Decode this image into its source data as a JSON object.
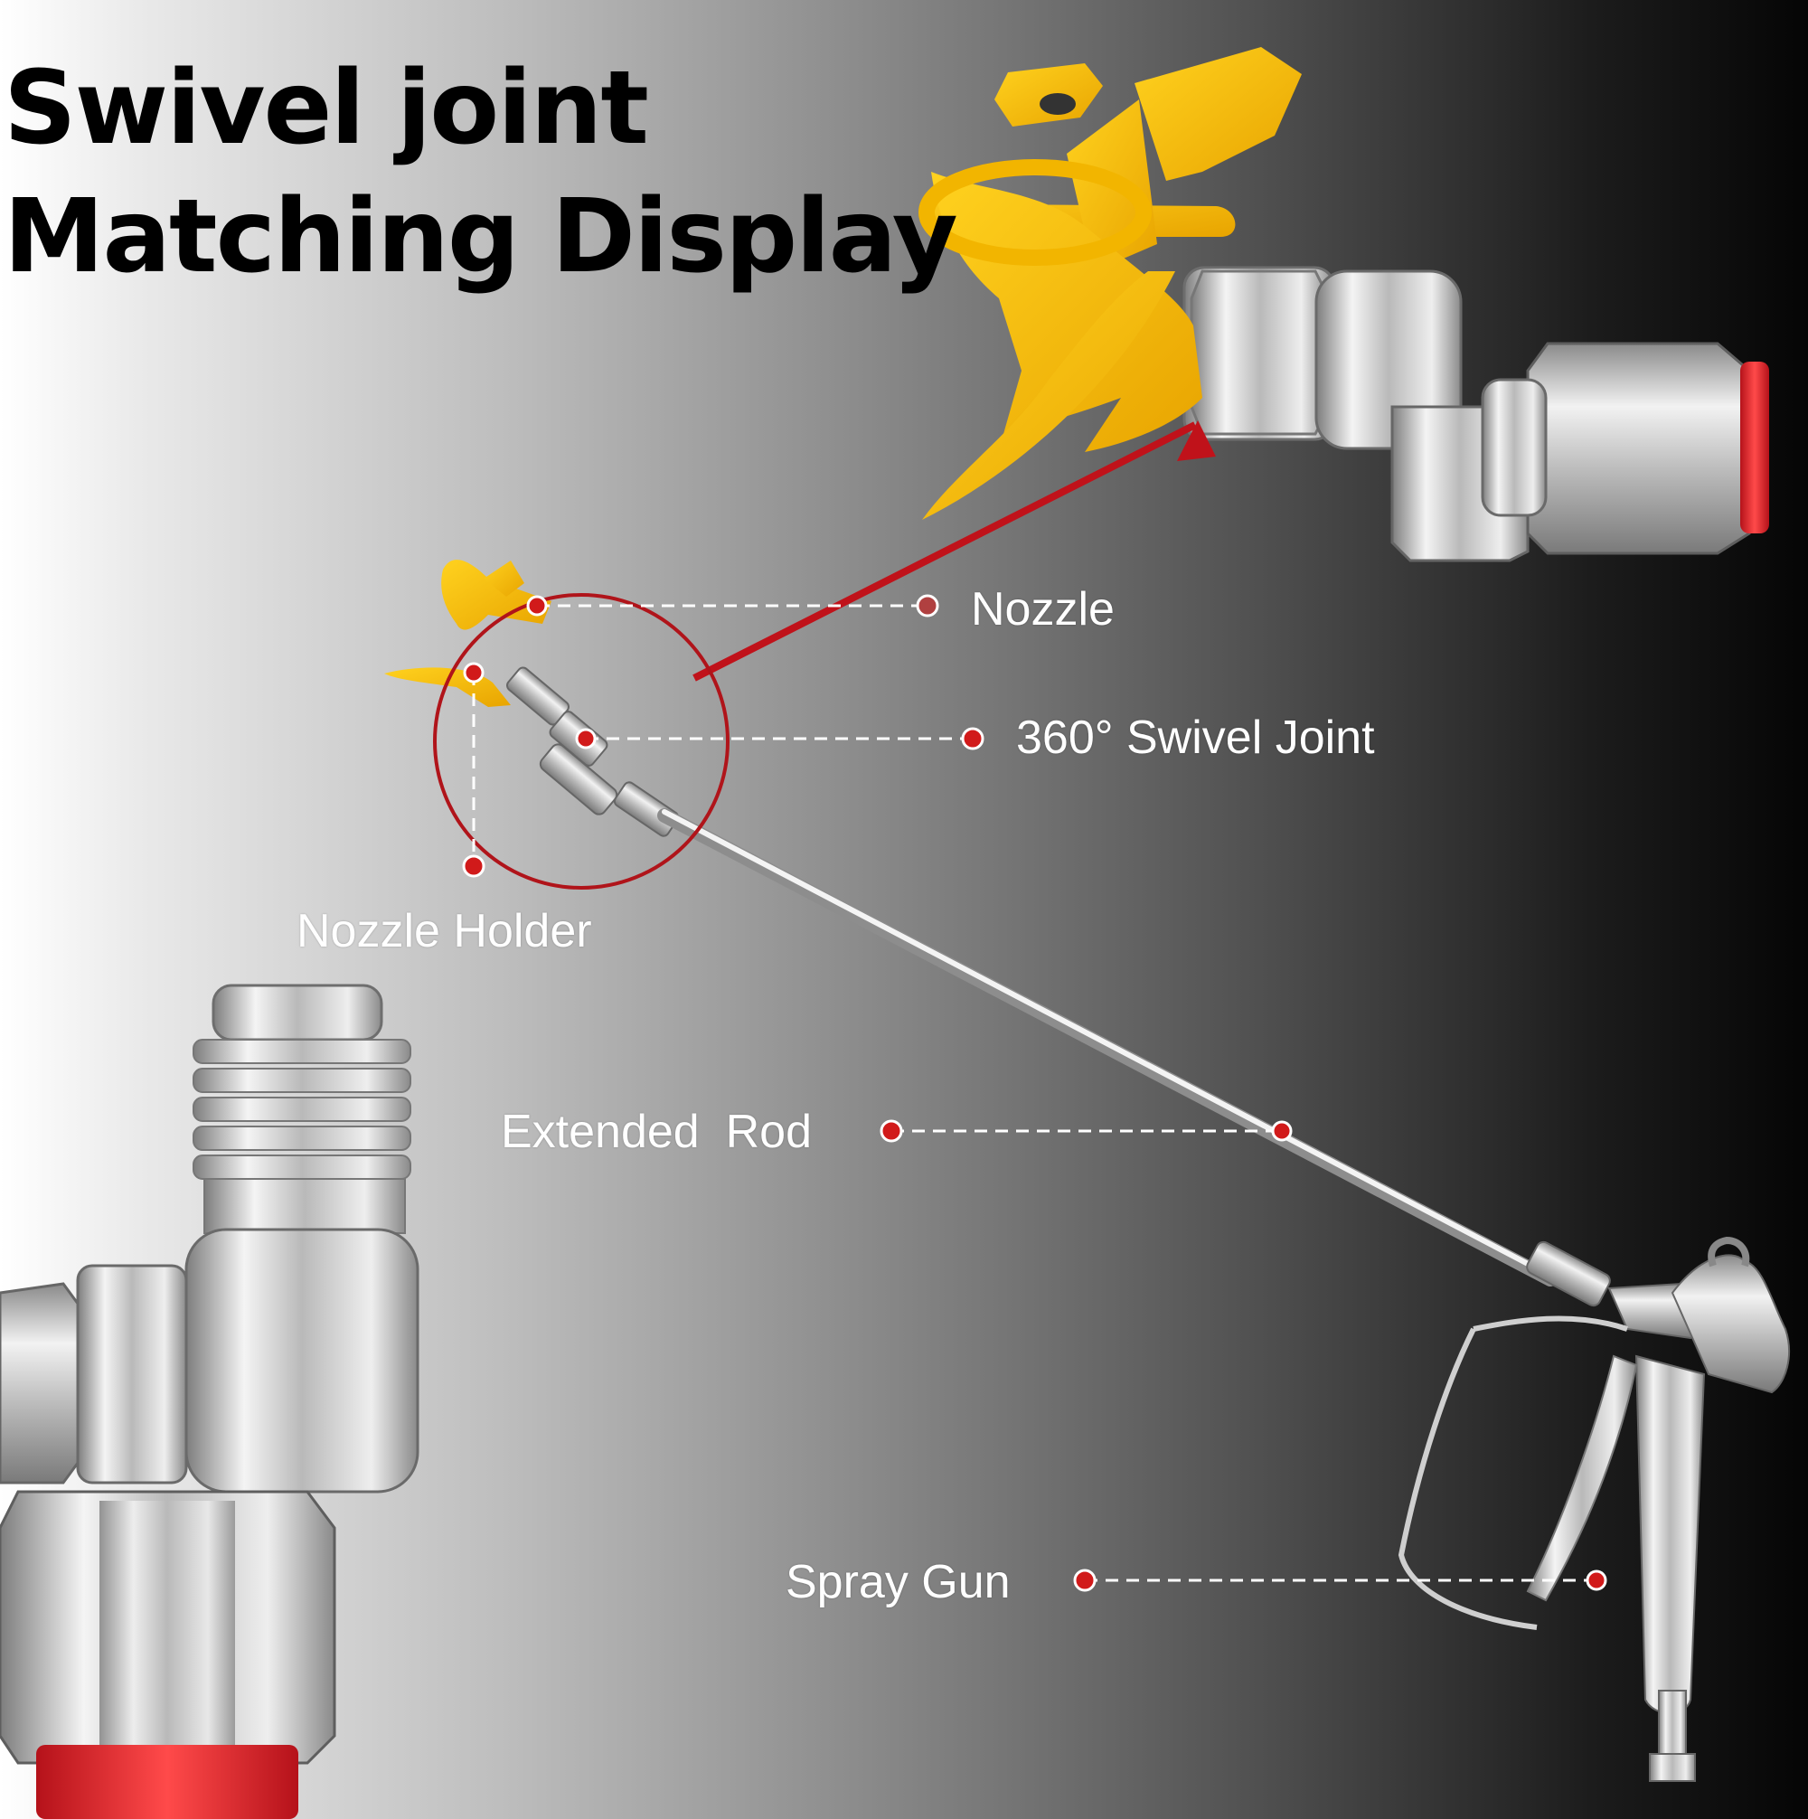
{
  "title": {
    "line1": "Swivel joint",
    "line2": "Matching Display"
  },
  "callouts": {
    "nozzle": "Nozzle",
    "swivel_joint": "360° Swivel Joint",
    "nozzle_holder": "Nozzle Holder",
    "extended_rod": "Extended  Rod",
    "spray_gun": "Spray Gun"
  },
  "colors": {
    "accent_red": "#d11a1a",
    "guard_yellow": "#f5b800",
    "cap_red": "#e0242a",
    "leader_line": "#ffffff"
  }
}
